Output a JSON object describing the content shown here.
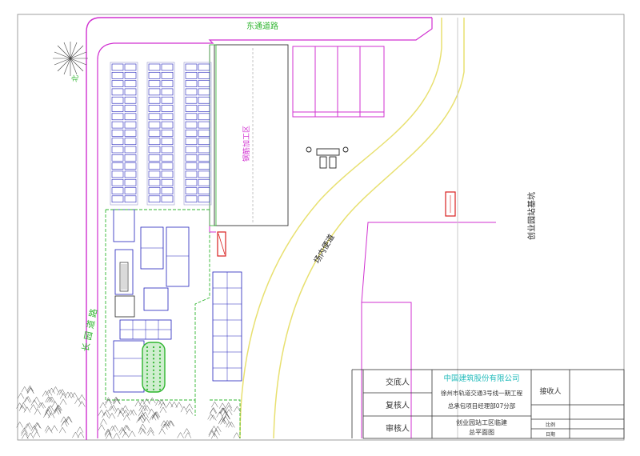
{
  "map_labels": {
    "road_top": "东通道路",
    "road_left": "长 园 道 路",
    "road_inner": "场内便道",
    "station_pit": "创业园站基坑",
    "rebar_area": "钢筋加工区",
    "north": "北"
  },
  "title_block": {
    "company": "中国建筑股份有限公司",
    "project_line1": "徐州市轨道交通3号线一期工程",
    "project_line2": "总承包项目经理部07分部",
    "drawing_line1": "创业园站工区临建",
    "drawing_line2": "总平面图",
    "hand_in": "交底人",
    "review": "复核人",
    "approve": "审核人",
    "receive": "接收人",
    "scale": "比例",
    "date": "日期"
  },
  "colors": {
    "road": "#d030d0",
    "path": "#e8e070",
    "fence": "#2fb52f",
    "building": "#2222bb",
    "company": "#22bbbb",
    "red": "#d82020"
  }
}
